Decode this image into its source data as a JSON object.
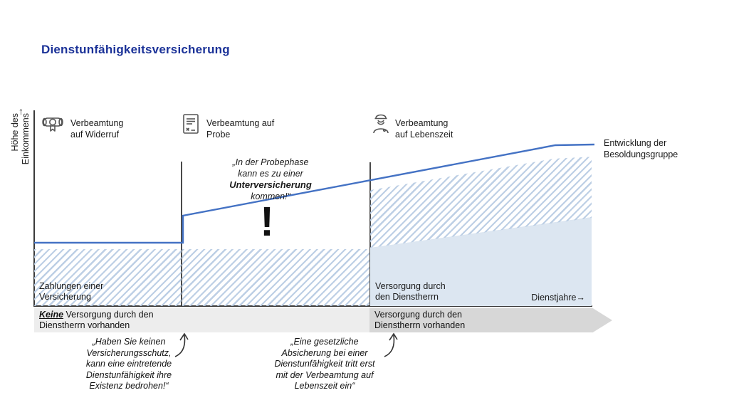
{
  "title": "Dienstunfähigkeitsversicherung",
  "colors": {
    "title_blue": "#1b3298",
    "line_blue": "#4472c4",
    "region_fill": "#dce6f1",
    "hatch_blue": "#b6cae2",
    "bar_light_gray": "#ededed",
    "bar_dark_gray": "#d7d7d7"
  },
  "y_axis": {
    "arrow": "↑",
    "line1": "Höhe des",
    "line2": "Einkommens"
  },
  "x_axis_label": {
    "text": "Dienstjahre",
    "arrow": "→"
  },
  "phases": [
    {
      "icon": "diploma-icon",
      "line1": "Verbeamtung",
      "line2": "auf Widerruf"
    },
    {
      "icon": "contract-icon",
      "line1": "Verbeamtung auf",
      "line2": "Probe"
    },
    {
      "icon": "police-officer-icon",
      "line1": "Verbeamtung",
      "line2": "auf Lebenszeit"
    }
  ],
  "line_label": {
    "line1": "Entwicklung der",
    "line2": "Besoldungsgruppe"
  },
  "quote_probe": {
    "line1": "„In der Probephase",
    "line2": "kann es zu einer",
    "line3": "Unterversicherung",
    "line4": "kommen!“"
  },
  "exclamation": "!",
  "region_labels": {
    "insurance": {
      "line1": "Zahlungen einer",
      "line2": "Versicherung"
    },
    "provision": {
      "line1": "Versorgung durch",
      "line2": "den Dienstherrn"
    }
  },
  "bars": {
    "left": {
      "keyword": "Keine",
      "line1_rest": " Versorgung durch den",
      "line2": "Dienstherrn vorhanden"
    },
    "right": {
      "line1": "Versorgung durch den",
      "line2": "Dienstherrn vorhanden"
    }
  },
  "quotes": {
    "left": {
      "lines": [
        "„Haben Sie keinen",
        "Versicherungsschutz,",
        "kann eine eintretende",
        "Dienstunfähigkeit ihre",
        "Existenz bedrohen!“"
      ]
    },
    "middle": {
      "lines": [
        "„Eine gesetzliche",
        "Absicherung bei einer",
        "Dienstunfähigkeit tritt erst",
        "mit der Verbeamtung auf",
        "Lebenszeit ein“"
      ]
    }
  }
}
